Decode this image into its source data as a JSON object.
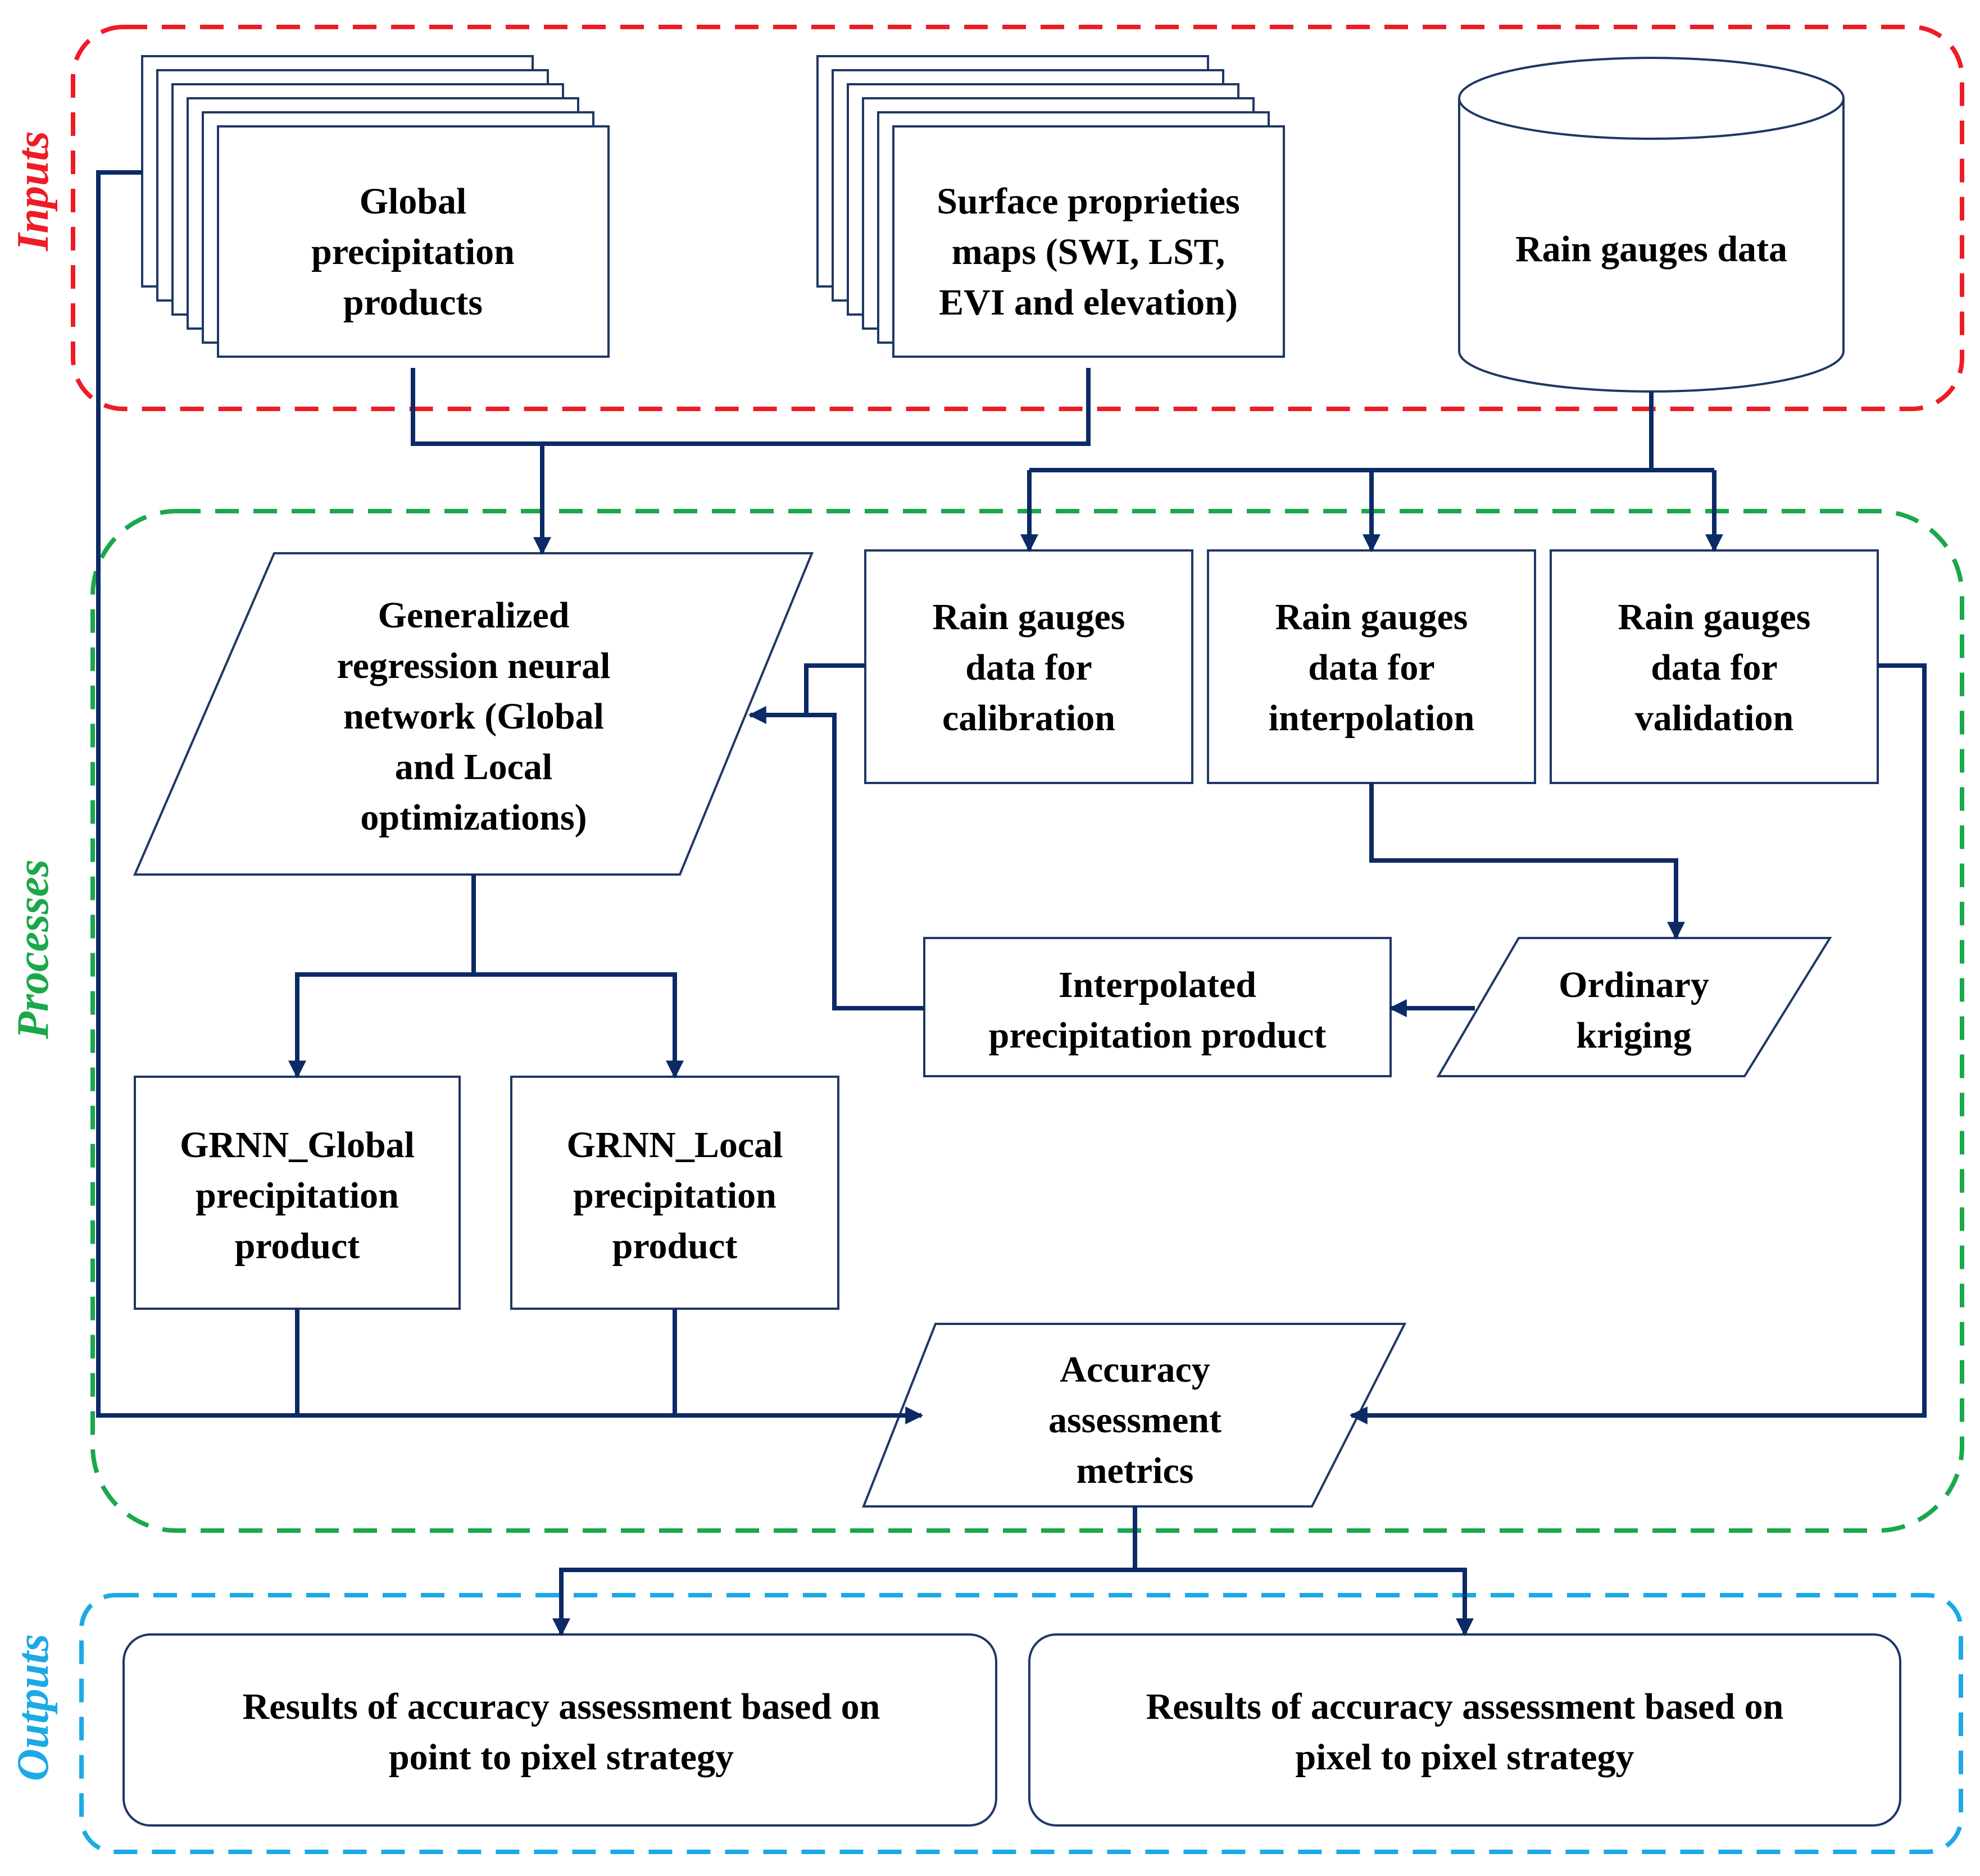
{
  "sections": {
    "inputs": {
      "label": "Inputs",
      "color": "#ee1c25"
    },
    "processes": {
      "label": "Processes",
      "color": "#1aa84a"
    },
    "outputs": {
      "label": "Outputs",
      "color": "#1ca9e6"
    }
  },
  "nodes": {
    "global_precip": [
      "Global",
      "precipitation",
      "products"
    ],
    "surface_maps": [
      "Surface proprieties",
      "maps (SWI, LST,",
      "EVI and elevation)"
    ],
    "rain_gauges": [
      "Rain gauges data"
    ],
    "grnn": [
      "Generalized",
      "regression neural",
      "network (Global",
      "and Local",
      "optimizations)"
    ],
    "rg_calibration": [
      "Rain gauges",
      "data for",
      "calibration"
    ],
    "rg_interpolation": [
      "Rain gauges",
      "data for",
      "interpolation"
    ],
    "rg_validation": [
      "Rain gauges",
      "data for",
      "validation"
    ],
    "interpolated": [
      "Interpolated",
      "precipitation product"
    ],
    "kriging": [
      "Ordinary",
      "kriging"
    ],
    "grnn_global": [
      "GRNN_Global",
      "precipitation",
      "product"
    ],
    "grnn_local": [
      "GRNN_Local",
      "precipitation",
      "product"
    ],
    "accuracy": [
      "Accuracy",
      "assessment",
      "metrics"
    ],
    "result_point": [
      "Results of accuracy assessment based on",
      "point to pixel strategy"
    ],
    "result_pixel": [
      "Results of accuracy assessment based on",
      "pixel to pixel strategy"
    ]
  },
  "colors": {
    "connector": "#0b2a66",
    "box_border": "#1f3864"
  }
}
